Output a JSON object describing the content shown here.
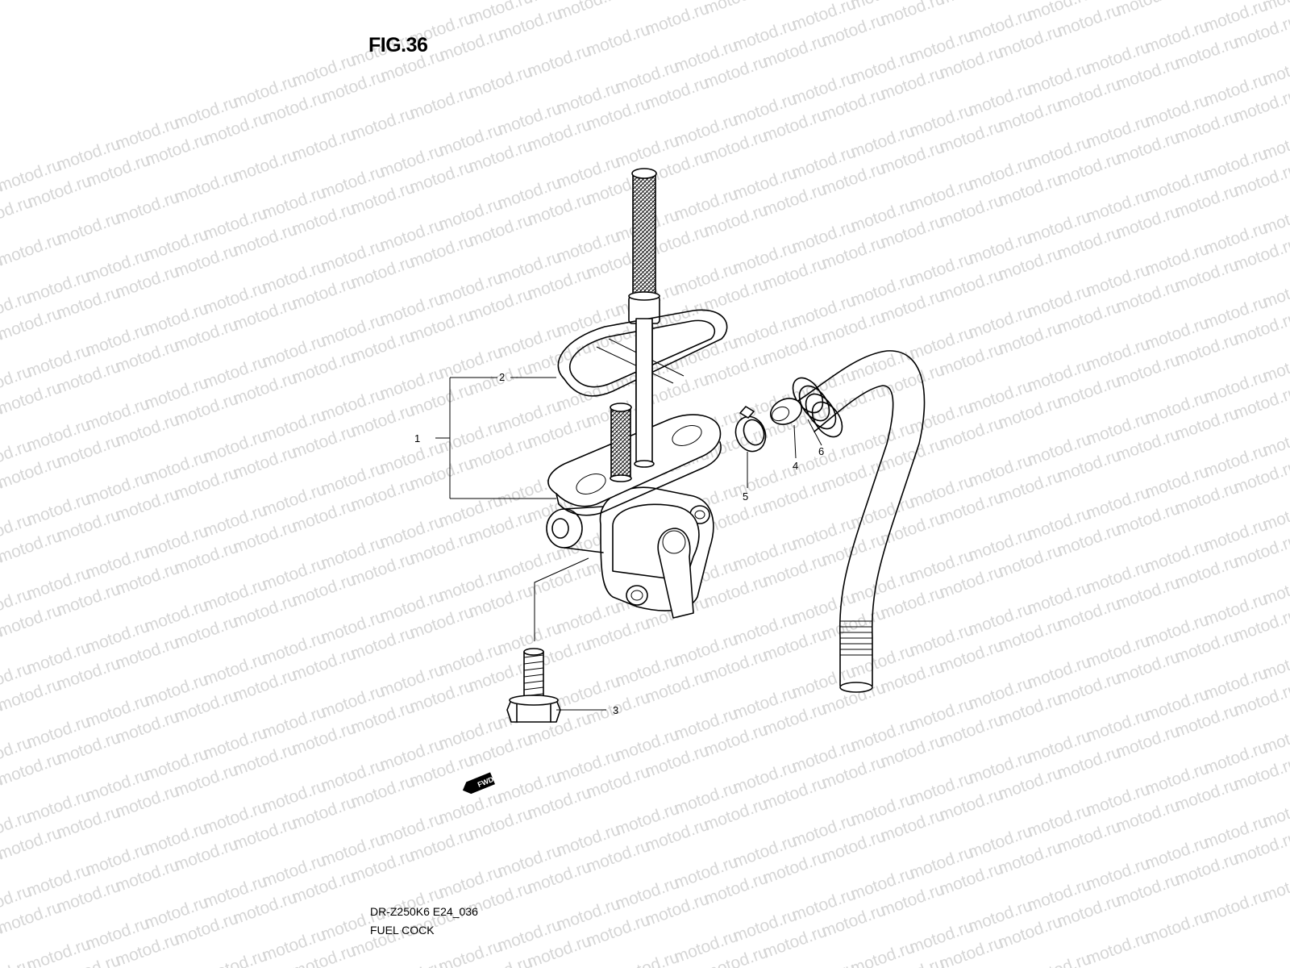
{
  "figure": {
    "title": "FIG.36"
  },
  "watermark": {
    "text": "motod.ru"
  },
  "footer": {
    "code": "DR-Z250K6 E24_036",
    "name": "FUEL COCK"
  },
  "parts": [
    {
      "ref": "1"
    },
    {
      "ref": "2"
    },
    {
      "ref": "3"
    },
    {
      "ref": "4"
    },
    {
      "ref": "5"
    },
    {
      "ref": "6"
    }
  ],
  "fwd_arrow": {
    "label": "FWD"
  }
}
